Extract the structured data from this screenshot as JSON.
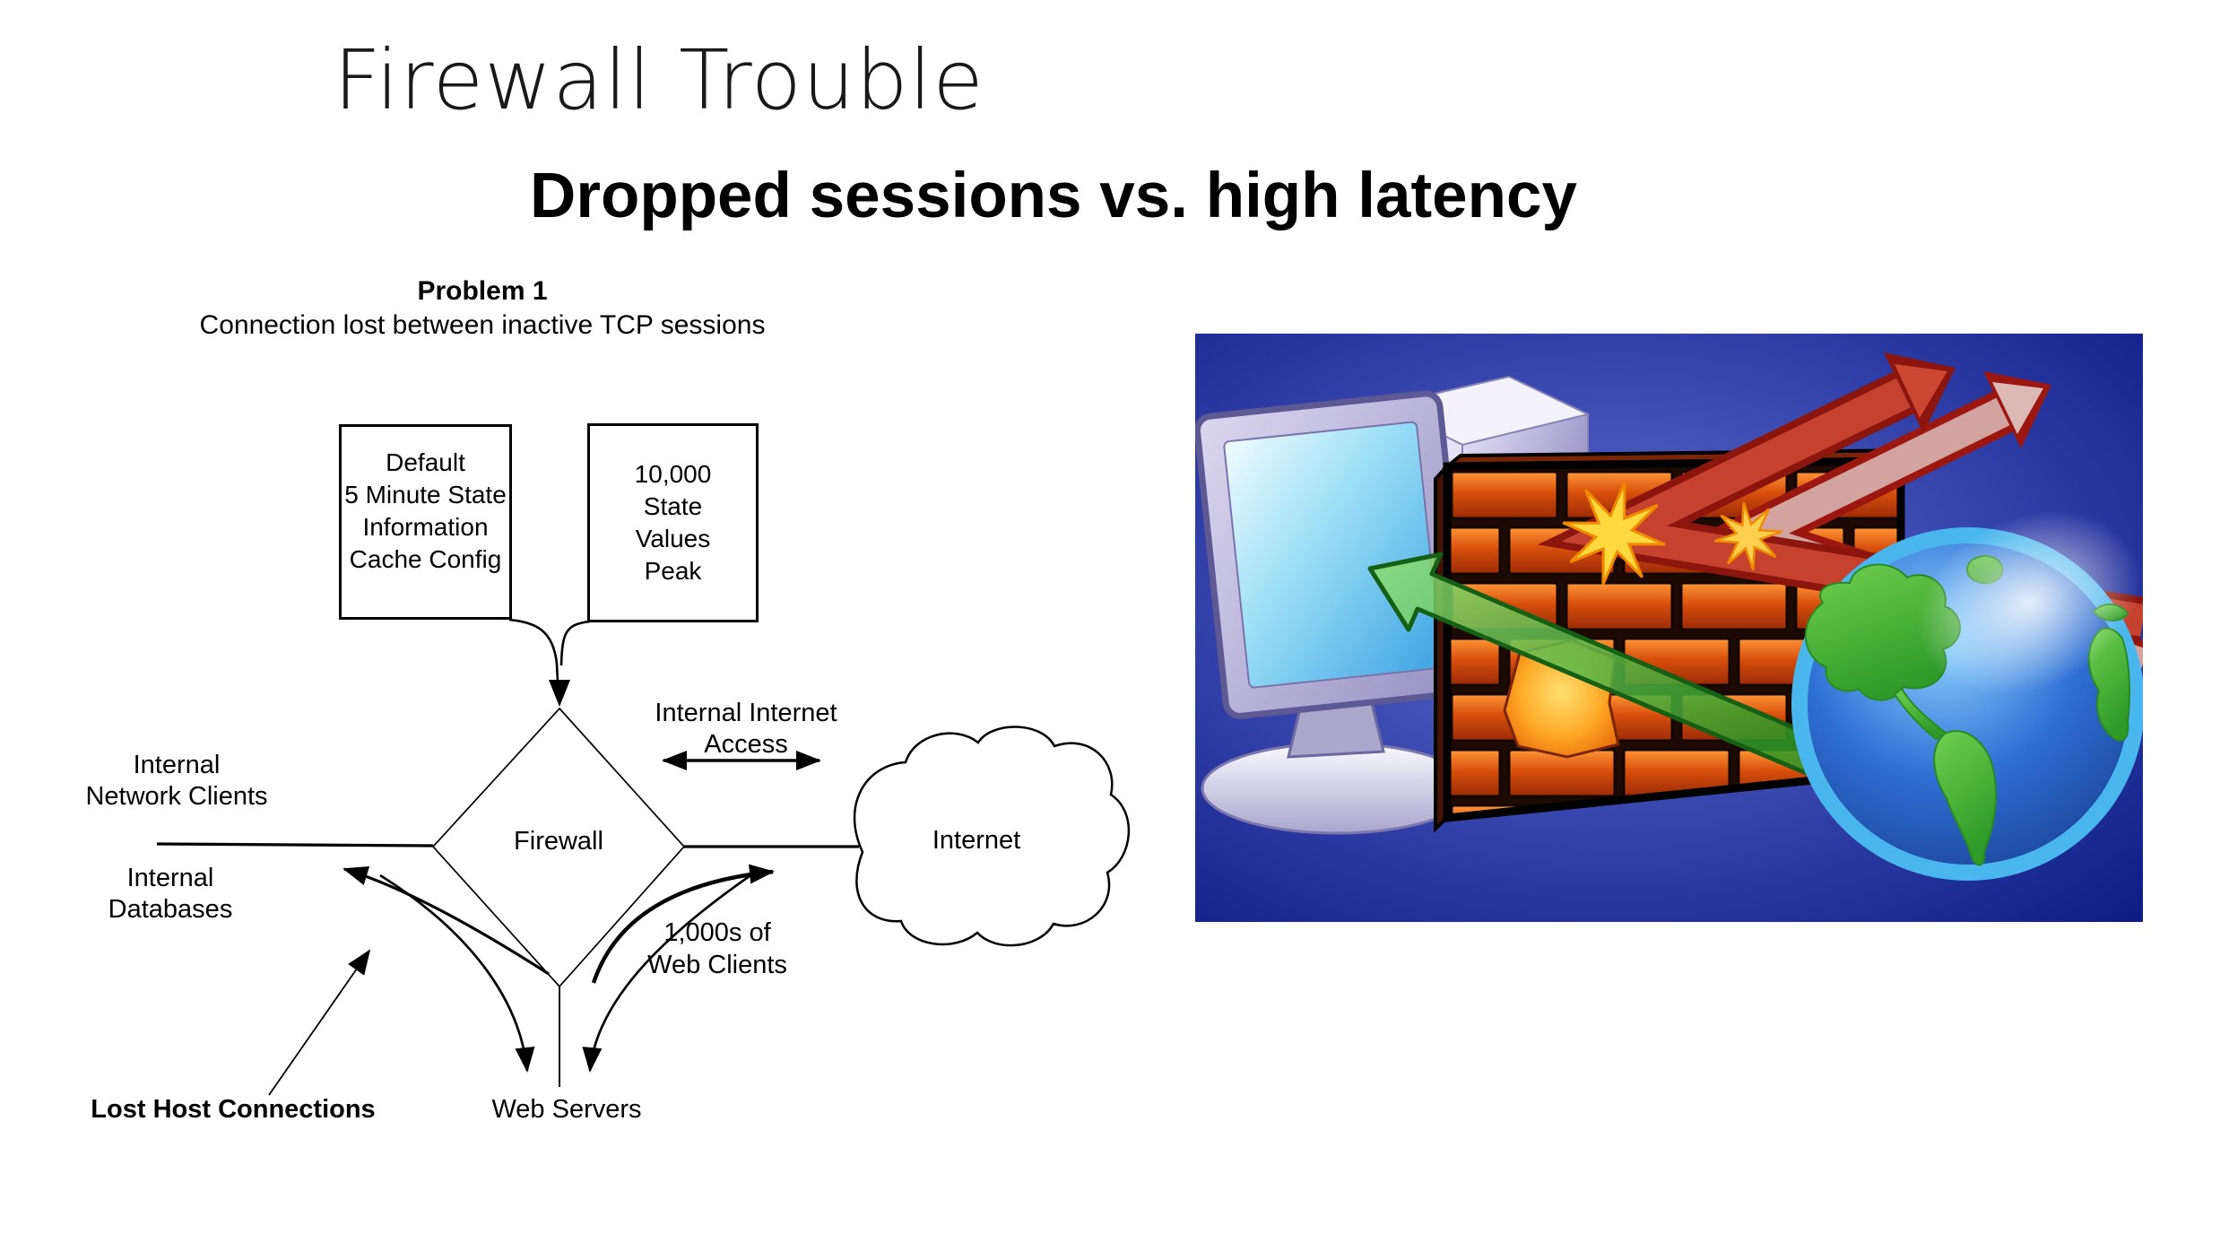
{
  "slide": {
    "title": "Firewall Trouble",
    "subtitle": "Dropped sessions vs. high latency"
  },
  "diagram": {
    "heading": "Problem 1",
    "subheading": "Connection lost between inactive TCP sessions",
    "config_box": {
      "lines": [
        "Default",
        "5 Minute State",
        "Information",
        "Cache Config"
      ]
    },
    "peak_box": {
      "lines": [
        "10,000",
        "State",
        "Values",
        "Peak"
      ]
    },
    "firewall_node": "Firewall",
    "internet_node": "Internet",
    "labels": {
      "internal_network_clients": [
        "Internal",
        "Network Clients"
      ],
      "internal_internet_access": [
        "Internal Internet",
        "Access"
      ],
      "internal_databases": [
        "Internal",
        "Databases"
      ],
      "web_clients": [
        "1,000s of",
        "Web Clients"
      ],
      "web_servers": "Web Servers",
      "lost_host_connections": "Lost Host Connections"
    }
  },
  "artwork": {
    "colors": {
      "background_blue": "#16228a",
      "background_blue_light": "#5e6ecf",
      "brick_orange": "#d84f0c",
      "globe_ocean": "#2e6fd4",
      "globe_land": "#3fae3c",
      "blocked_arrow_red": "#8c150e",
      "allowed_arrow_green": "#3cb034",
      "impact_yellow": "#ffd93e",
      "monitor_lavender": "#c6c2e6"
    }
  }
}
